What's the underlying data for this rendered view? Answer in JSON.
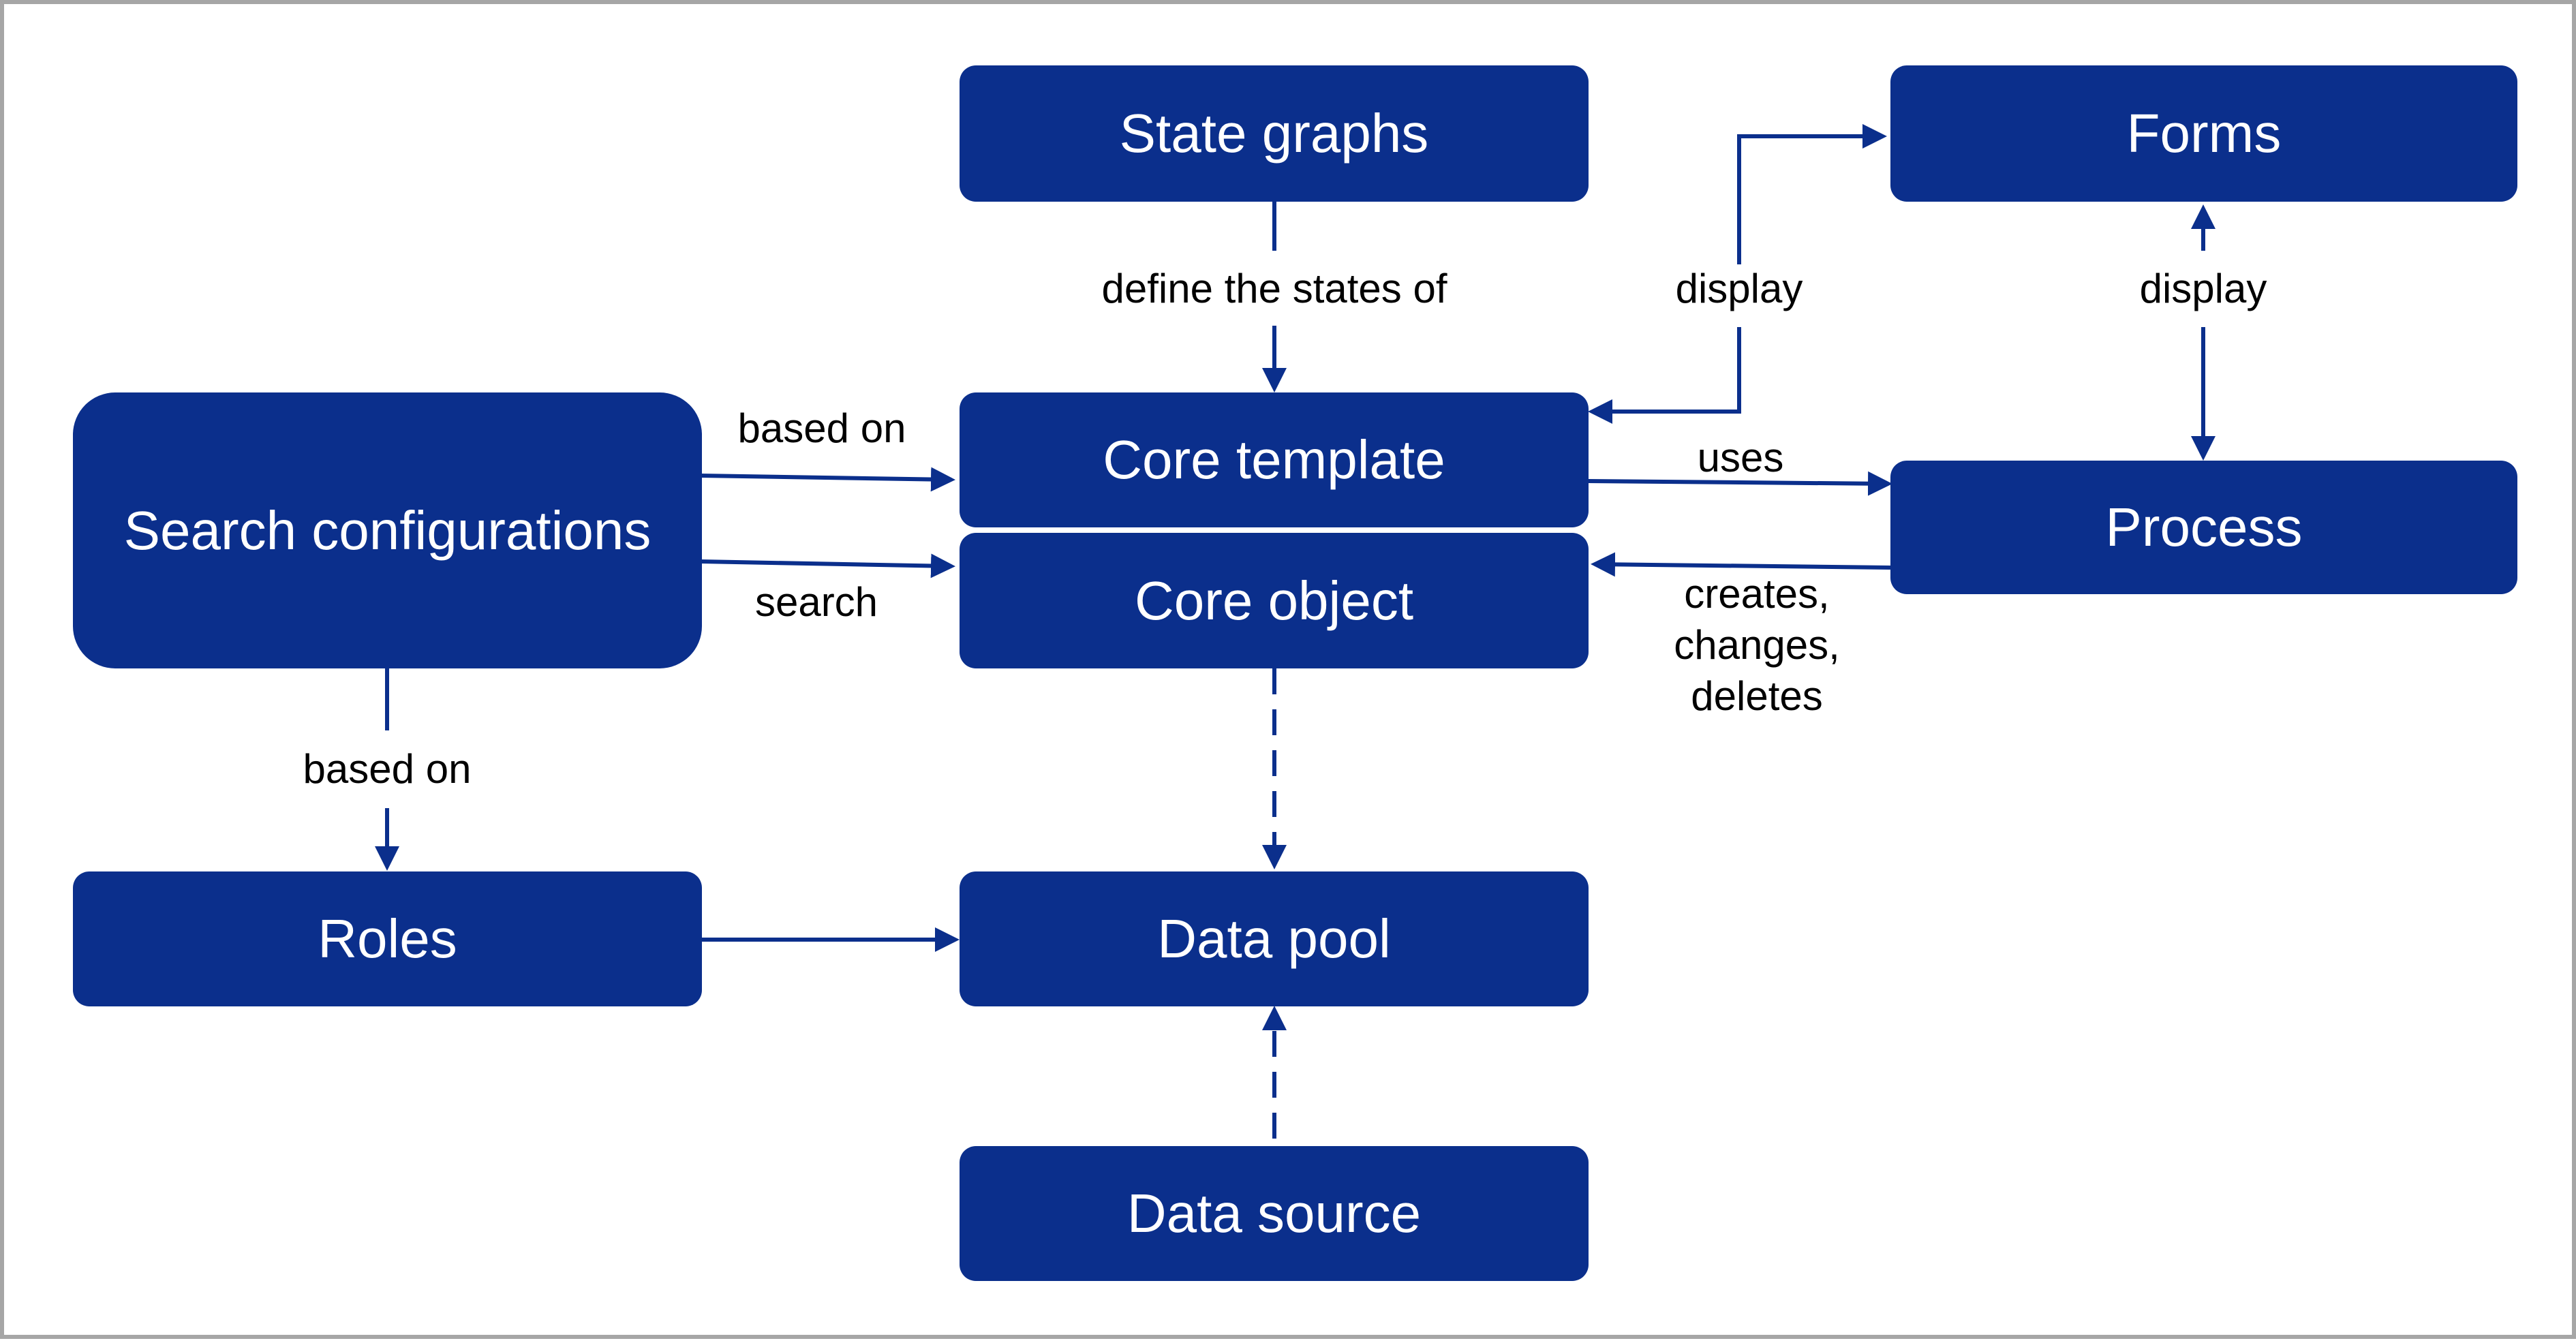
{
  "diagram": {
    "accent_color": "#0b2f8c",
    "nodes": {
      "state_graphs": "State graphs",
      "forms": "Forms",
      "search_configurations": "Search configurations",
      "core_template": "Core template",
      "core_object": "Core object",
      "process": "Process",
      "roles": "Roles",
      "data_pool": "Data pool",
      "data_source": "Data source"
    },
    "edges": {
      "define_states": "define the states of",
      "display_core": "display",
      "display_forms": "display",
      "based_on_template": "based on",
      "search": "search",
      "uses": "uses",
      "creates_changes_deletes": "creates,\nchanges,\ndeletes",
      "based_on_roles": "based on"
    }
  }
}
